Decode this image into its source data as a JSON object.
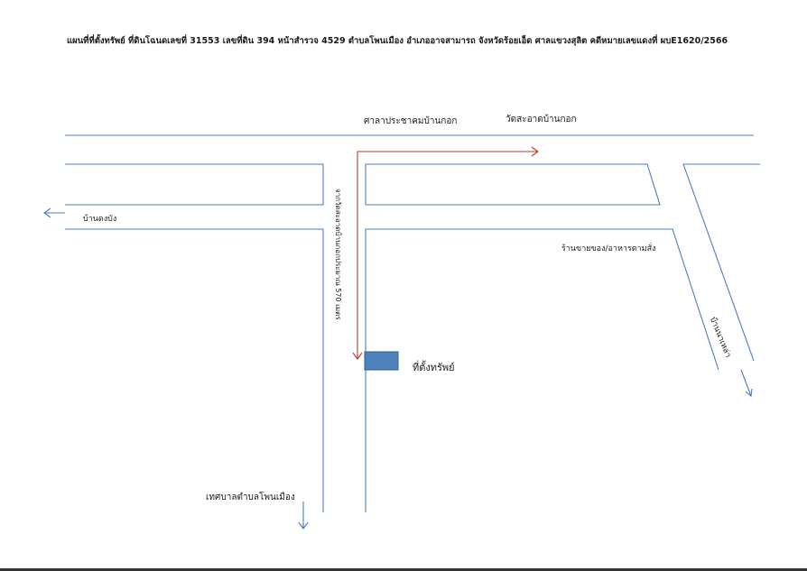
{
  "title": {
    "text": "แผนที่ที่ตั้งทรัพย์ ที่ดินโฉนดเลขที่ 31553 เลขที่ดิน 394 หน้าสำรวจ 4529 ตำบลโพนเมือง อำเภออาจสามารถ จังหวัดร้อยเอ็ด ศาลแขวงสุลิต คดีหมายเลขแดงที่ ผบE1620/2566"
  },
  "labels": {
    "sala": "ศาลาประชาคมบ้านกอก",
    "wat": "วัดสะอาดบ้านกอก",
    "ban_dongbang": "บ้านดงบัง",
    "shop": "ร้านขายของ/อาหารตามสั่ง",
    "ban_nonlao": "บ้านนาเหล่า",
    "route_note": "จากวัดสะอาดบ้านกอกประมาณ 570 เมตร",
    "property": "ที่ตั้งทรัพย์",
    "municipality": "เทศบาลตำบลโพนเมือง"
  },
  "colors": {
    "road": "#4a7ec2",
    "route": "#c0392b",
    "property_fill": "#4f81bd",
    "property_stroke": "#2f5d8f"
  }
}
